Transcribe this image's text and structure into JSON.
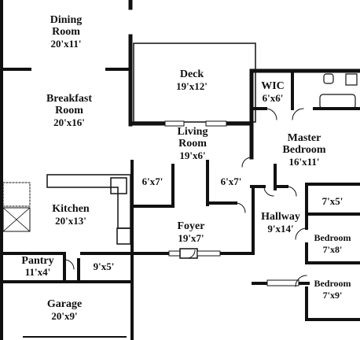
{
  "floorplan": {
    "rooms": [
      {
        "id": "dining",
        "name": [
          "Dining",
          "Room"
        ],
        "dims": "20'x11'"
      },
      {
        "id": "deck",
        "name": [
          "Deck"
        ],
        "dims": "19'x12'"
      },
      {
        "id": "wic",
        "name": [
          "WIC"
        ],
        "dims": "6'x6'"
      },
      {
        "id": "breakfast",
        "name": [
          "Breakfast",
          "Room"
        ],
        "dims": "20'x16'"
      },
      {
        "id": "living",
        "name": [
          "Living",
          "Room"
        ],
        "dims": "19'x6'"
      },
      {
        "id": "master",
        "name": [
          "Master",
          "Bedroom"
        ],
        "dims": "16'x11'"
      },
      {
        "id": "hall-left",
        "name": [],
        "dims": "6'x7'"
      },
      {
        "id": "hall-right",
        "name": [],
        "dims": "6'x7'"
      },
      {
        "id": "closet",
        "name": [],
        "dims": "7'x5'"
      },
      {
        "id": "kitchen",
        "name": [
          "Kitchen"
        ],
        "dims": "20'x13'"
      },
      {
        "id": "hallway",
        "name": [
          "Hallway"
        ],
        "dims": "9'x14'"
      },
      {
        "id": "foyer",
        "name": [
          "Foyer"
        ],
        "dims": "19'x7'"
      },
      {
        "id": "bedroom1",
        "name": [
          "Bedroom"
        ],
        "dims": "7'x8'"
      },
      {
        "id": "pantry",
        "name": [
          "Pantry"
        ],
        "dims": "11'x4'"
      },
      {
        "id": "laundry",
        "name": [],
        "dims": "9'x5'"
      },
      {
        "id": "bedroom2",
        "name": [
          "Bedroom"
        ],
        "dims": "7'x9'"
      },
      {
        "id": "garage",
        "name": [
          "Garage"
        ],
        "dims": "20'x9'"
      }
    ]
  }
}
